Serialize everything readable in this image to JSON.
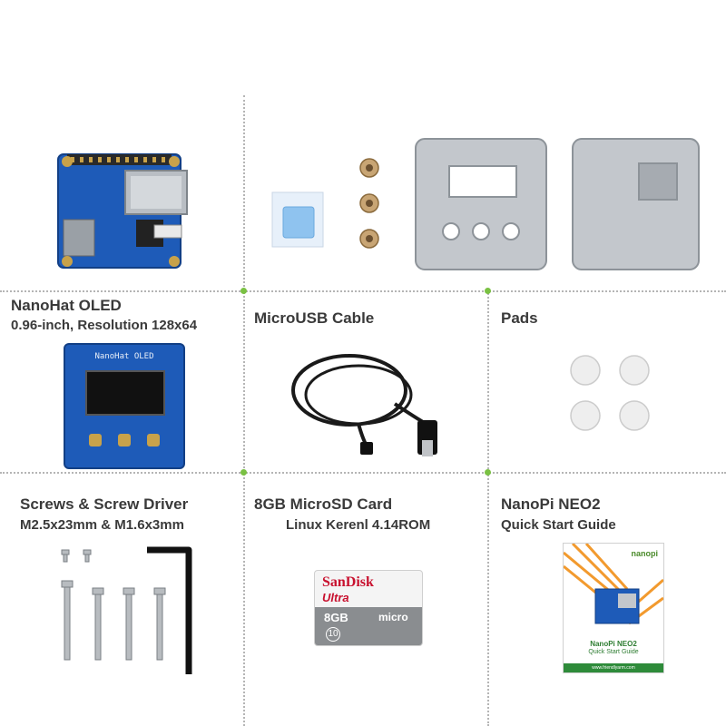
{
  "items": {
    "nanohat": {
      "title": "NanoHat OLED",
      "subtitle": "0.96-inch, Resolution 128x64",
      "board_text": "NanoHat OLED"
    },
    "cable": {
      "title": "MicroUSB Cable"
    },
    "pads": {
      "title": "Pads"
    },
    "screws": {
      "title": "Screws & Screw Driver",
      "subtitle": "M2.5x23mm & M1.6x3mm"
    },
    "sdcard": {
      "title": "8GB MicroSD Card",
      "subtitle": "Linux Kerenl 4.14ROM",
      "brand": "SanDisk",
      "line": "Ultra",
      "capacity": "8GB",
      "format": "micro",
      "class": "10"
    },
    "guide": {
      "title": "NanoPi NEO2",
      "subtitle": "Quick Start Guide",
      "logo": "nanopi",
      "booklet_title": "NanoPi NEO2",
      "booklet_sub": "Quick Start Guide",
      "url": "www.friendlyarm.com"
    }
  },
  "colors": {
    "accent_green": "#7ac143",
    "pcb_blue": "#1e5bb8",
    "divider": "#b5b5b5"
  }
}
